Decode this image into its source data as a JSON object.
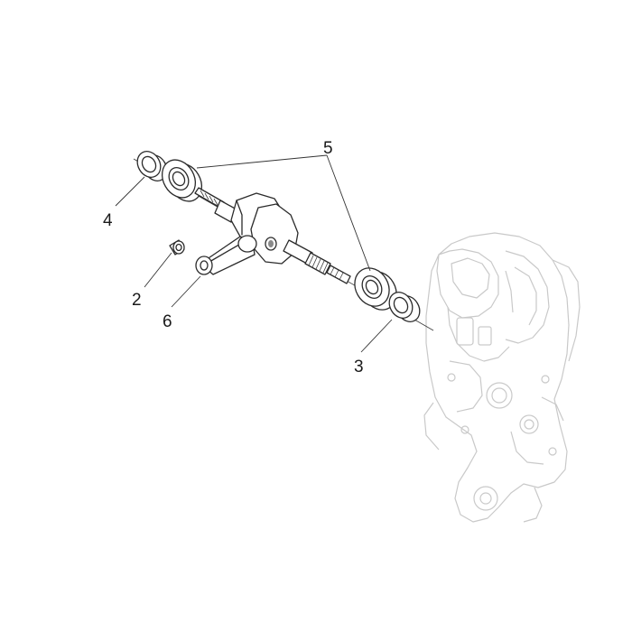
{
  "callouts": {
    "c2": "2",
    "c3": "3",
    "c4": "4",
    "c5": "5",
    "c6": "6"
  },
  "colors": {
    "ink": "#2b2b2b",
    "ghost": "#c9c9c9"
  }
}
